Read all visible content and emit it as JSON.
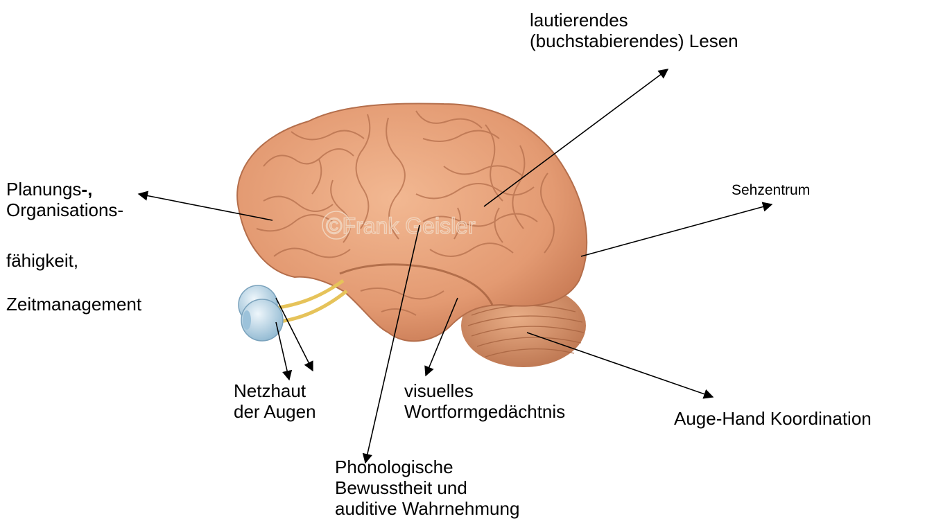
{
  "labels": {
    "reading": {
      "lines": [
        "lautierendes",
        "(buchstabierendes) Lesen"
      ]
    },
    "planning": {
      "line1_main": "Planungs",
      "line1_bold": "-,",
      "line2": "Organisations-",
      "line3": "fähigkeit,",
      "line4": "Zeitmanagement"
    },
    "visual_center": {
      "text": "Sehzentrum"
    },
    "retina": {
      "lines": [
        "Netzhaut",
        "der Augen"
      ]
    },
    "visual_memory": {
      "lines": [
        "visuelles",
        "Wortformgedächtnis"
      ]
    },
    "eye_hand": {
      "text": "Auge-Hand Koordination"
    },
    "phonological": {
      "lines": [
        "Phonologische",
        "Bewusstheit und",
        "auditive Wahrnehmung"
      ]
    }
  },
  "watermark": {
    "text": "©Frank Geisler"
  },
  "colors": {
    "brain": "#e5a07a",
    "brain_dark": "#c97b55",
    "cerebellum": "#d99a72",
    "eye": "#bcd7e8",
    "nerve": "#e9c860",
    "arrow": "#000000"
  }
}
